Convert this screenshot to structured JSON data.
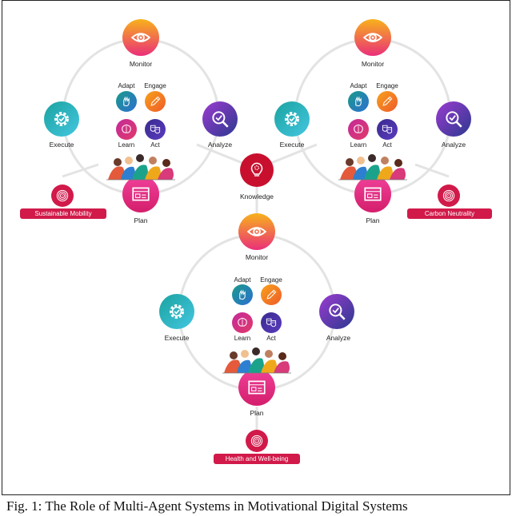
{
  "cycle_labels": {
    "monitor": "Monitor",
    "analyze": "Analyze",
    "plan": "Plan",
    "execute": "Execute",
    "knowledge": "Knowledge"
  },
  "agent_labels": {
    "adapt": "Adapt",
    "engage": "Engage",
    "learn": "Learn",
    "act": "Act"
  },
  "goals": {
    "left": "Sustainable Mobility",
    "right": "Carbon Neutrality",
    "bottom": "Health and Well-being"
  },
  "caption": "Fig. 1: The Role of Multi-Agent Systems in Motivational Digital Systems",
  "colors": {
    "monitor_gradient": [
      "#f7b21b",
      "#ea2f7a"
    ],
    "analyze_gradient": [
      "#2b3a8f",
      "#9b3bd0"
    ],
    "execute_gradient": [
      "#1aa3a0",
      "#44c6e0"
    ],
    "plan_gradient": [
      "#f0409a",
      "#d41e6c"
    ],
    "knowledge": "#c8102e",
    "goal_badge": "#d11a4a",
    "ring": "#e3e3e3"
  },
  "icons": {
    "monitor": "eye-icon",
    "analyze": "magnifier-check-icon",
    "execute": "gear-check-icon",
    "plan": "blueprint-icon",
    "knowledge": "lightbulb-gear-icon",
    "goal": "fingerprint-icon",
    "adapt": "hand-icon",
    "engage": "pencil-icon",
    "learn": "brain-icon",
    "act": "masks-icon",
    "team": "people-group-icon"
  }
}
